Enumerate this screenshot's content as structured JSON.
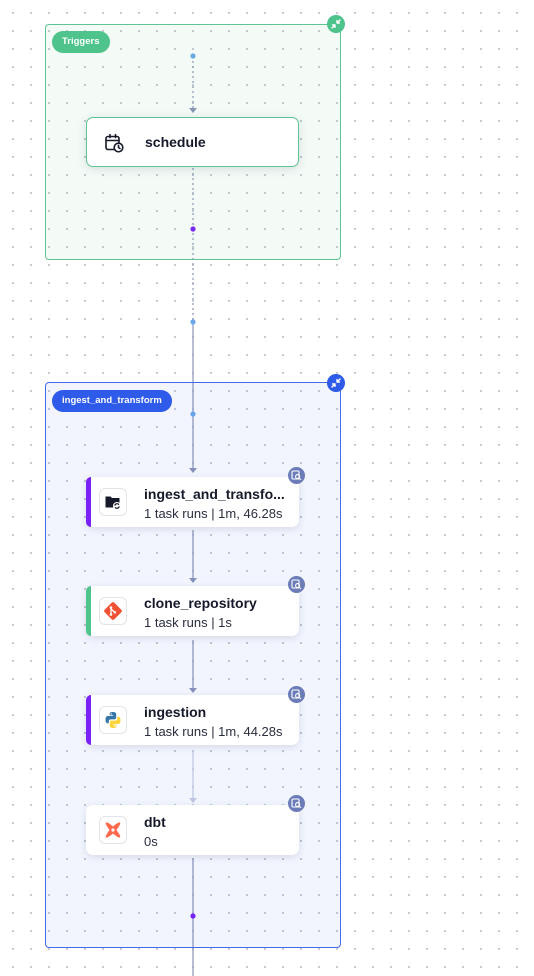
{
  "groups": {
    "triggers": {
      "label": "Triggers",
      "color": "#4ec48c"
    },
    "ingest": {
      "label": "ingest_and_transform",
      "color": "#2f5bea"
    }
  },
  "trigger_node": {
    "title": "schedule",
    "icon": "calendar-clock-icon"
  },
  "tasks": [
    {
      "title": "ingest_and_transfo...",
      "subtitle": "1 task runs | 1m, 46.28s",
      "status_color": "#7a1ff5",
      "icon": "folder-sync-icon"
    },
    {
      "title": "clone_repository",
      "subtitle": "1 task runs | 1s",
      "status_color": "#4ec48c",
      "icon": "git-icon"
    },
    {
      "title": "ingestion",
      "subtitle": "1 task runs | 1m, 44.28s",
      "status_color": "#7a1ff5",
      "icon": "python-icon"
    },
    {
      "title": "dbt",
      "subtitle": "0s",
      "status_color": "",
      "icon": "dbt-icon"
    }
  ]
}
